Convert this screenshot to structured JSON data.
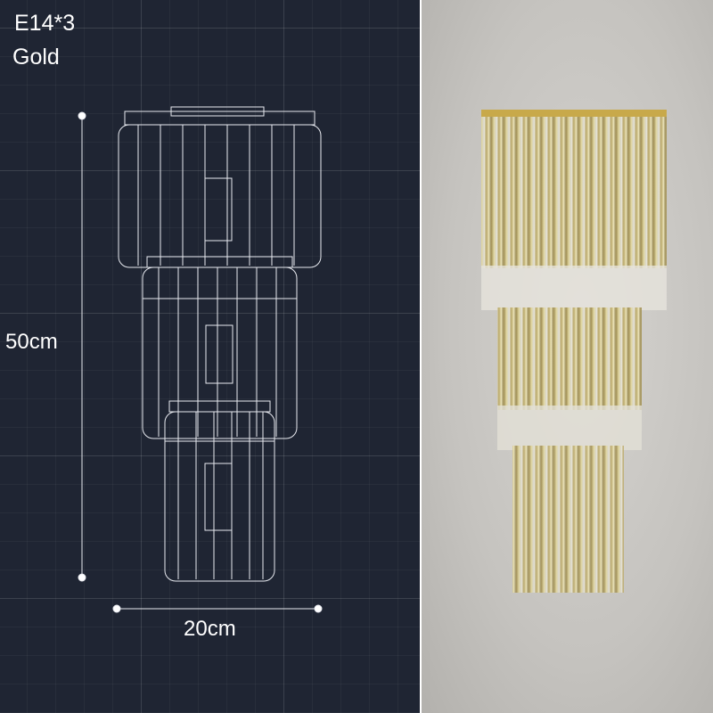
{
  "specs": {
    "socket": "E14*3",
    "finish": "Gold"
  },
  "dimensions": {
    "height": "50cm",
    "width": "20cm"
  },
  "colors": {
    "blueprint_bg": "#1f2533",
    "line": "#ffffff",
    "gold": "#c9b36a",
    "wall": "#c8c6c2"
  }
}
